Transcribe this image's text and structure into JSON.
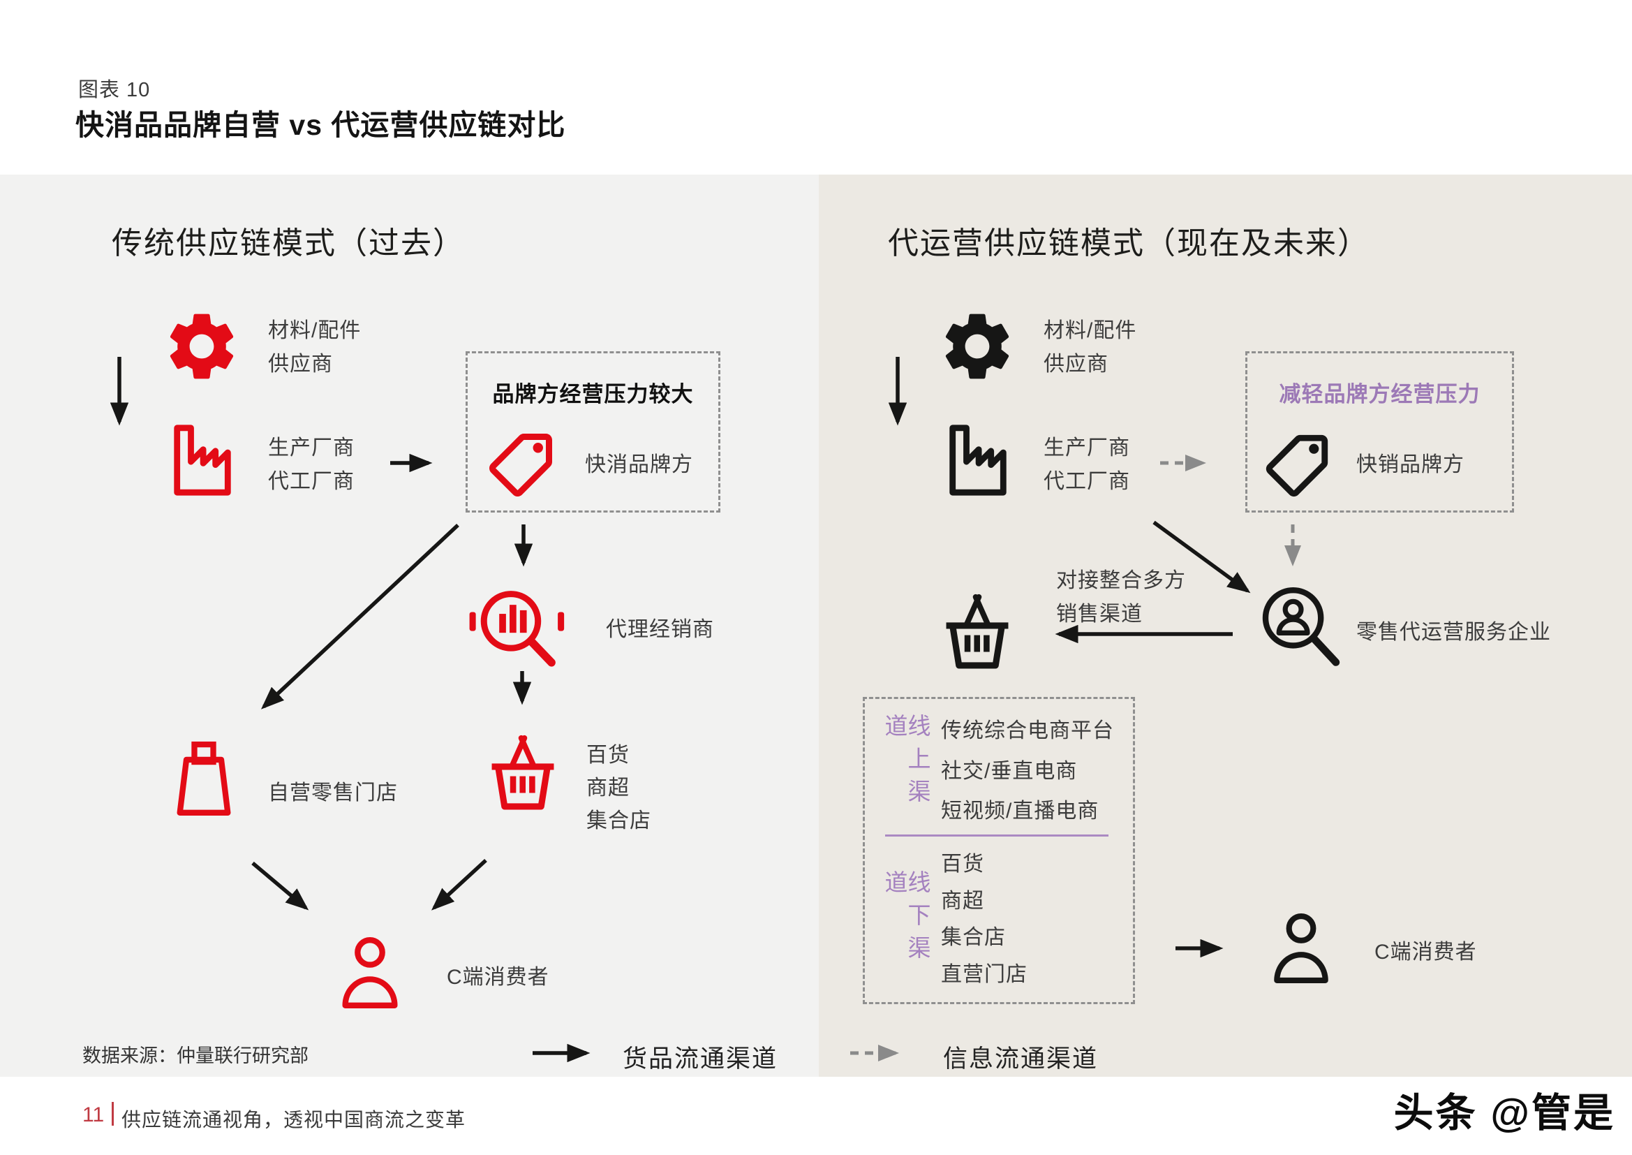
{
  "header": {
    "figure_label": "图表 10",
    "title": "快消品品牌自营 vs 代运营供应链对比"
  },
  "left": {
    "title": "传统供应链模式（过去）",
    "supplier": [
      "材料/配件",
      "供应商"
    ],
    "manufacturer": [
      "生产厂商",
      "代工厂商"
    ],
    "pressure_box_title": "品牌方经营压力较大",
    "brand": "快消品牌方",
    "distributor": "代理经销商",
    "store_channels": [
      "百货",
      "商超",
      "集合店"
    ],
    "own_store": "自营零售门店",
    "consumer": "C端消费者",
    "source": "数据来源：仲量联行研究部",
    "legend": "货品流通渠道"
  },
  "right": {
    "title": "代运营供应链模式（现在及未来）",
    "supplier": [
      "材料/配件",
      "供应商"
    ],
    "manufacturer": [
      "生产厂商",
      "代工厂商"
    ],
    "relief_box_title": "减轻品牌方经营压力",
    "brand": "快销品牌方",
    "operator": "零售代运营服务企业",
    "integrate": [
      "对接整合多方",
      "销售渠道"
    ],
    "online_label": "线上渠道",
    "online_items": [
      "传统综合电商平台",
      "社交/垂直电商",
      "短视频/直播电商"
    ],
    "offline_label": "线下渠道",
    "offline_items": [
      "百货",
      "商超",
      "集合店",
      "直营门店"
    ],
    "consumer": "C端消费者",
    "legend": "信息流通渠道"
  },
  "footer": {
    "page": "11",
    "text": "供应链流通视角，透视中国商流之变革"
  },
  "watermark": "头条 @管是",
  "colors": {
    "icon_red": "#e30b16",
    "icon_black": "#161615",
    "purple_accent": "#9c79b6",
    "purple_light": "#a481bf",
    "panel_left_bg": "#f2f2f1",
    "panel_right_bg": "#ece9e3",
    "dashed_border": "#8f8f8f",
    "page_number_red": "#c03a42"
  }
}
